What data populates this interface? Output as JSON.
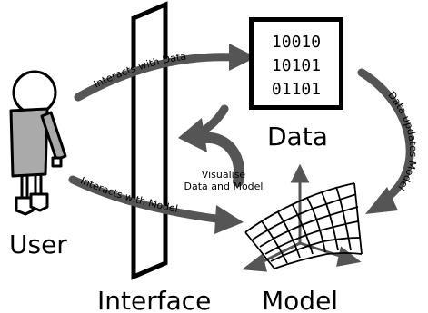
{
  "labels": {
    "user": "User",
    "interface": "Interface",
    "data": "Data",
    "model": "Model",
    "interacts_with_data": "Interacts with Data",
    "interacts_with_model": "Interacts with Model",
    "visualise_line1": "Visualise",
    "visualise_line2": "Data and Model",
    "data_updates_model": "Data updates Model"
  },
  "data_bits": [
    "10010",
    "10101",
    "01101"
  ],
  "colors": {
    "arrow": "#555555",
    "stroke": "#000000",
    "user_body": "#aaaaaa",
    "background": "#ffffff"
  },
  "icons": {
    "user": "stick-person-icon",
    "interface": "vertical-panel-icon",
    "data": "binary-data-box-icon",
    "model": "wireframe-surface-icon"
  }
}
